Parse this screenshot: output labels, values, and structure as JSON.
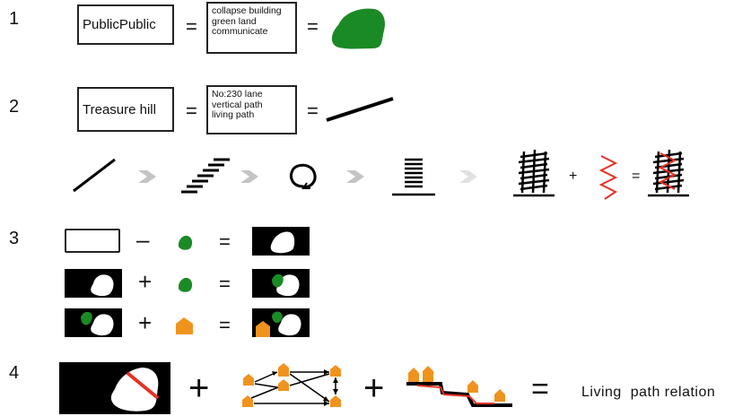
{
  "steps": {
    "s1": {
      "number": "1",
      "box1": "PublicPublic",
      "box2_lines": [
        "collapse building",
        "green land",
        "communicate"
      ],
      "eq1": "=",
      "eq2": "="
    },
    "s2": {
      "number": "2",
      "box1": "Treasure hill",
      "box2_lines": [
        "No:230 lane",
        "vertical path",
        "living path"
      ],
      "eq1": "=",
      "eq2": "=",
      "plus": "+",
      "eq3": "="
    },
    "s3": {
      "number": "3",
      "row1_op": "–",
      "row1_eq": "=",
      "row2_op": "+",
      "row2_eq": "=",
      "row3_op": "+",
      "row3_eq": "="
    },
    "s4": {
      "number": "4",
      "op1": "+",
      "op2": "+",
      "eq": "=",
      "result": "Living  path relation"
    }
  },
  "colors": {
    "green": "#1a8a25",
    "orange": "#f0931e",
    "red": "#e53226",
    "arrow_grey": "#c4c4c4",
    "black": "#000000"
  }
}
